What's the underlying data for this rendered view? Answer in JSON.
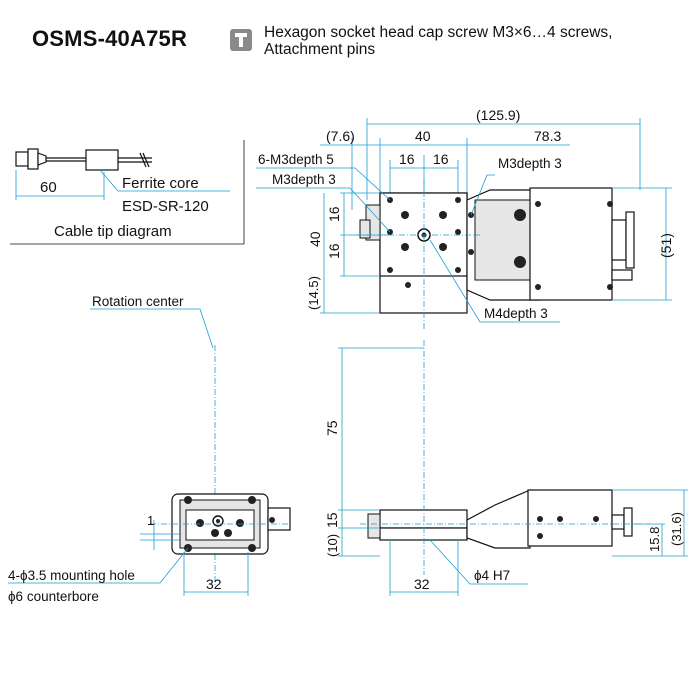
{
  "header": {
    "model": "OSMS-40A75R",
    "note_line1": "Hexagon socket head cap screw M3×6…4 screws,",
    "note_line2": "Attachment pins"
  },
  "cable_tip": {
    "length": "60",
    "ferrite_label": "Ferrite core",
    "ferrite_part": "ESD-SR-120",
    "caption": "Cable tip diagram"
  },
  "top_view": {
    "overall": "(125.9)",
    "offset": "(7.6)",
    "body_width": "40",
    "motor_length": "78.3",
    "pitch_a": "16",
    "pitch_b": "16",
    "height": "40",
    "pitch_c": "16",
    "pitch_d": "16",
    "lower_offset": "(14.5)",
    "motor_height": "(51)",
    "label_m3_depth5": "6-M3depth 5",
    "label_m3_depth3_left": "M3depth 3",
    "label_m3_depth3_right": "M3depth 3",
    "label_m4_depth3": "M4depth 3"
  },
  "side_view": {
    "rotation_center": "Rotation center",
    "dim_75": "75",
    "dim_15": "15",
    "dim_10": "(10)",
    "dim_32": "32",
    "dim_phi4": "ϕ4 H7",
    "dim_15_8": "15.8",
    "dim_31_6": "(31.6)"
  },
  "front_view": {
    "dim_1": "1",
    "dim_32": "32",
    "mounting_hole": "4-ϕ3.5 mounting hole",
    "counterbore": "ϕ6 counterbore"
  }
}
